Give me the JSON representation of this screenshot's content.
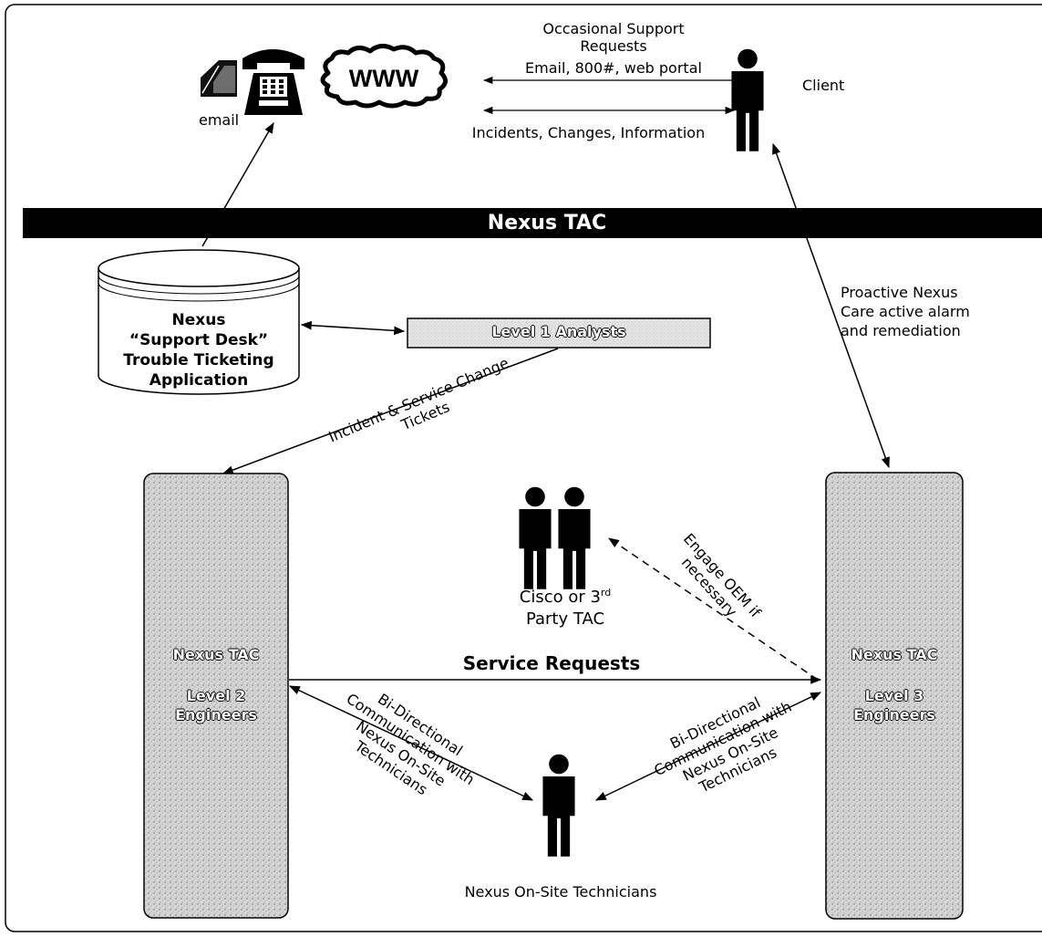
{
  "top": {
    "occasional": "Occasional Support\nRequests",
    "channels": "Email, 800#, web portal",
    "flow": "Incidents, Changes, Information",
    "email_label": "email",
    "www_label": "WWW",
    "client_label": "Client"
  },
  "bar": {
    "title": "Nexus TAC"
  },
  "support_desk": {
    "label": "Nexus\n“Support Desk”\nTrouble Ticketing\nApplication"
  },
  "level1": {
    "label": "Level 1 Analysts"
  },
  "tickets": {
    "label": "Incident & Service Change\nTickets"
  },
  "proactive": {
    "label": "Proactive  Nexus\nCare active alarm\nand remediation"
  },
  "level2": {
    "title": "Nexus TAC",
    "label": "Level 2\nEngineers"
  },
  "level3": {
    "title": "Nexus TAC",
    "label": "Level 3\nEngineers"
  },
  "third_party": {
    "line1": "Cisco or 3",
    "sup": "rd",
    "line2": "Party TAC"
  },
  "engage": {
    "label": "Engage OEM if\nnecessary"
  },
  "service_requests": {
    "label": "Service Requests"
  },
  "bidir_left": {
    "label": "Bi-Directional\nCommunication with\nNexus On-Site\nTechnicians"
  },
  "bidir_right": {
    "label": "Bi-Directional\nCommunication with\nNexus On-Site\nTechnicians"
  },
  "onsite": {
    "label": "Nexus On-Site Technicians"
  },
  "colors": {
    "bar": "#000000",
    "panel": "#cfcfcf",
    "level1_fill": "#e4e4e4"
  }
}
